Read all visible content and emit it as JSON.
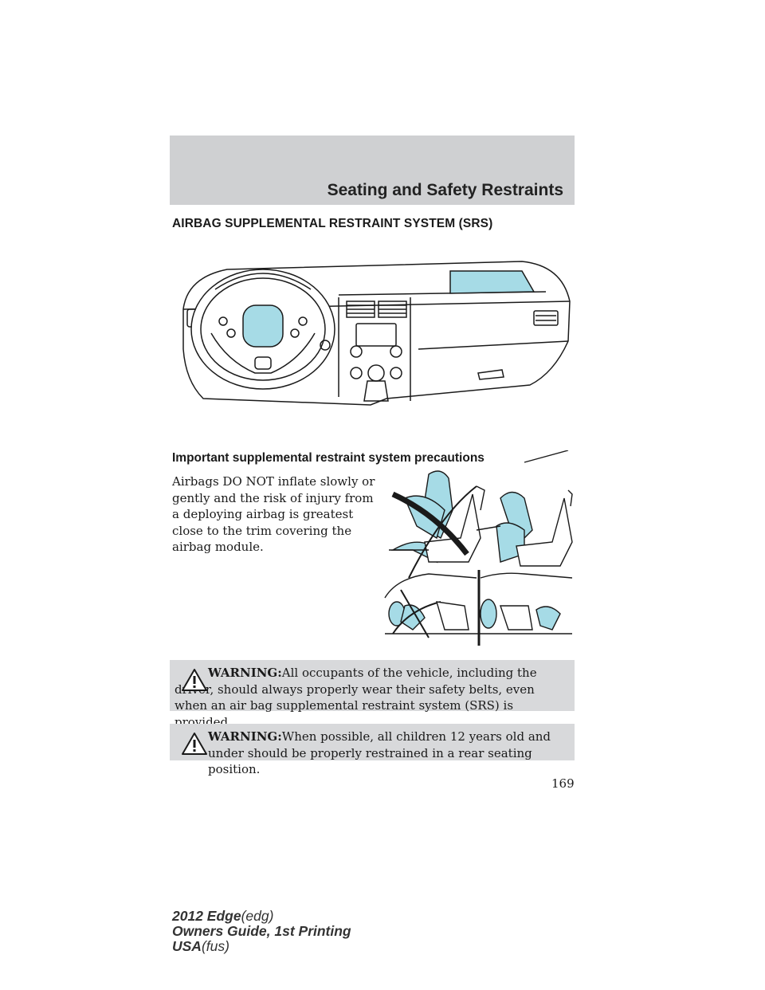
{
  "header": {
    "title": "Seating and Safety Restraints"
  },
  "section_title": "AIRBAG SUPPLEMENTAL RESTRAINT SYSTEM (SRS)",
  "subsection_title": "Important supplemental restraint system precautions",
  "body_text": "Airbags DO NOT inflate slowly or gently and the risk of injury from a deploying airbag is greatest close to the trim covering the airbag module.",
  "warnings": [
    {
      "label": "WARNING:",
      "text": "All occupants of the vehicle, including the driver, should always properly wear their safety belts, even when an air bag supplemental restraint system (SRS) is provided."
    },
    {
      "label": "WARNING:",
      "text": "When possible, all children 12 years old and under should be properly restrained in a rear seating position."
    }
  ],
  "page_number": "169",
  "footer": {
    "line1_bold": "2012 Edge",
    "line1_code": "(edg)",
    "line2": "Owners Guide, 1st Printing",
    "line3_bold": "USA",
    "line3_code": "(fus)"
  },
  "colors": {
    "airbag": "#a6dbe6",
    "band": "#cfd0d2",
    "warning_bg": "#d8d9db"
  }
}
